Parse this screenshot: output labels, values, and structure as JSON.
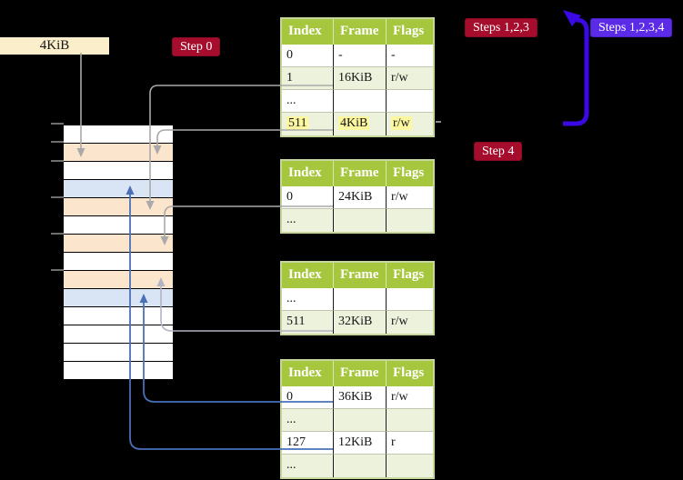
{
  "palette": {
    "badge_red": "#a60d2c",
    "badge_violet": "#5b2be8",
    "arrow_blue": "#3b09e6",
    "header_green": "#a6c73d",
    "table_border": "#c5d79d",
    "row_alt": "#edf2dd",
    "hl_yellow": "#fdf8a0",
    "row_peach": "#fce5cd",
    "row_blue": "#d9e5f4",
    "cream": "#fbeecb",
    "line_gray": "#a9a9a9",
    "line_lavender": "#b3b3c4",
    "line_steel": "#4a70b8"
  },
  "page_size_label": "4KiB",
  "badges": {
    "step0": "Step 0",
    "steps123": "Steps 1,2,3",
    "steps1234": "Steps 1,2,3,4",
    "step4": "Step 4"
  },
  "memory": {
    "rows": [
      "white",
      "peach",
      "white",
      "blue",
      "peach",
      "white",
      "peach",
      "white",
      "peach",
      "blue",
      "white",
      "white",
      "white",
      "white"
    ]
  },
  "tables": [
    {
      "name": "page-table-1",
      "headers": [
        "Index",
        "Frame",
        "Flags"
      ],
      "rows": [
        {
          "cells": [
            "0",
            "-",
            "-"
          ]
        },
        {
          "cells": [
            "1",
            "16KiB",
            "r/w"
          ]
        },
        {
          "cells": [
            "...",
            "",
            ""
          ]
        },
        {
          "cells": [
            "511",
            "4KiB",
            "r/w"
          ],
          "highlight": true
        }
      ]
    },
    {
      "name": "page-table-2",
      "headers": [
        "Index",
        "Frame",
        "Flags"
      ],
      "rows": [
        {
          "cells": [
            "0",
            "24KiB",
            "r/w"
          ]
        },
        {
          "cells": [
            "...",
            "",
            ""
          ]
        }
      ]
    },
    {
      "name": "page-table-3",
      "headers": [
        "Index",
        "Frame",
        "Flags"
      ],
      "rows": [
        {
          "cells": [
            "...",
            "",
            ""
          ]
        },
        {
          "cells": [
            "511",
            "32KiB",
            "r/w"
          ]
        }
      ]
    },
    {
      "name": "page-table-4",
      "headers": [
        "Index",
        "Frame",
        "Flags"
      ],
      "rows": [
        {
          "cells": [
            "0",
            "36KiB",
            "r/w"
          ]
        },
        {
          "cells": [
            "...",
            "",
            ""
          ]
        },
        {
          "cells": [
            "127",
            "12KiB",
            "r"
          ]
        },
        {
          "cells": [
            "...",
            "",
            ""
          ]
        }
      ]
    }
  ]
}
